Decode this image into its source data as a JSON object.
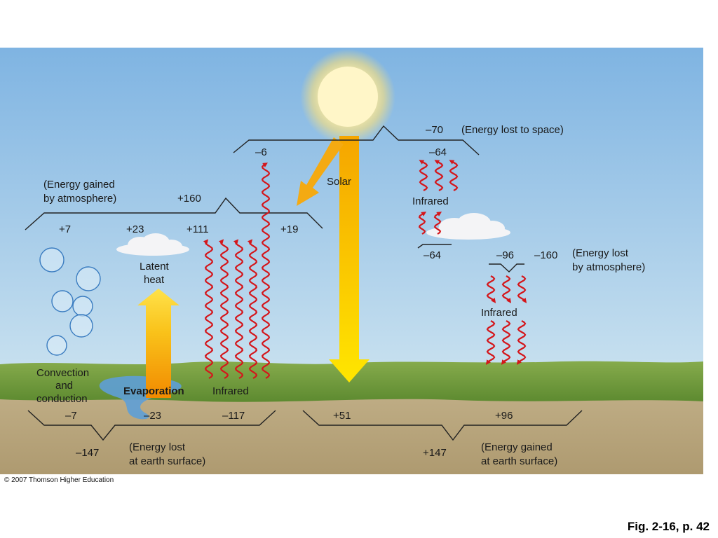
{
  "diagram": {
    "solar_label": "Solar",
    "space": {
      "top_value": "–70",
      "top_note": "(Energy lost to space)",
      "left_value": "–6",
      "right_value": "–64"
    },
    "atmosphere_gain": {
      "note_line1": "(Energy gained",
      "note_line2": "by atmosphere)",
      "total": "+160",
      "values": [
        "+7",
        "+23",
        "+111",
        "+19"
      ]
    },
    "atmosphere_loss": {
      "cloud_value": "–64",
      "down_value": "–96",
      "total": "–160",
      "note_line1": "(Energy lost",
      "note_line2": "by atmosphere)"
    },
    "infrared_label": "Infrared",
    "latent_heat_line1": "Latent",
    "latent_heat_line2": "heat",
    "evaporation_label": "Evaporation",
    "convection_line1": "Convection",
    "convection_line2": "and",
    "convection_line3": "conduction",
    "surface_loss": {
      "values": [
        "–7",
        "–23",
        "–117"
      ],
      "total": "–147",
      "note_line1": "(Energy lost",
      "note_line2": "at earth surface)"
    },
    "surface_gain": {
      "values": [
        "+51",
        "+96"
      ],
      "total": "+147",
      "note_line1": "(Energy gained",
      "note_line2": "at earth surface)"
    }
  },
  "copyright": "© 2007 Thomson Higher Education",
  "figure_ref": "Fig. 2-16, p. 42",
  "colors": {
    "sky_top": "#7fb4e2",
    "sky_bottom": "#c3deef",
    "sun": "#fff6c8",
    "solar_beam": "#f7c400",
    "infrared_arrow": "#d4161b",
    "ground": "#b9a57b",
    "grass": "#6f9a3b"
  }
}
